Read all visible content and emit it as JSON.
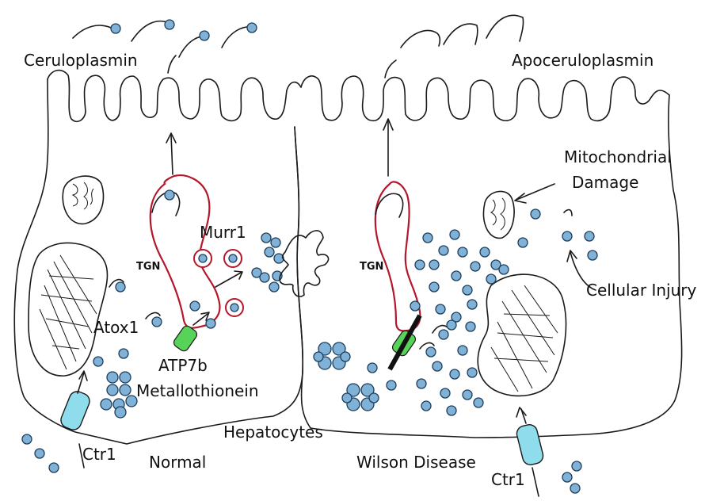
{
  "labels": {
    "ceruloplasmin": "Ceruloplasmin",
    "apoceruloplasmin": "Apoceruloplasmin",
    "mito_damage_1": "Mitochondrial",
    "mito_damage_2": "Damage",
    "murr1": "Murr1",
    "tgn_left": "TGN",
    "tgn_right": "TGN",
    "atox1": "Atox1",
    "atp7b": "ATP7b",
    "metallothionein": "Metallothionein",
    "cellular_injury": "Cellular Injury",
    "hepatocytes": "Hepatocytes",
    "ctr1_left": "Ctr1",
    "ctr1_right": "Ctr1",
    "normal": "Normal",
    "wilson": "Wilson Disease"
  },
  "colors": {
    "copper": "#7fb2d6",
    "tgn": "#b3172b",
    "atp7b": "#57d35a",
    "ctr1": "#8fdcec"
  }
}
